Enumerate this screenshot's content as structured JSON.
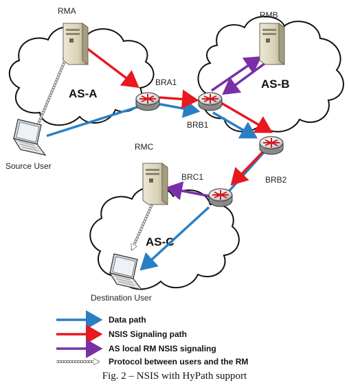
{
  "clouds": {
    "as_a": "AS-A",
    "as_b": "AS-B",
    "as_c": "AS-C"
  },
  "servers": {
    "rma": "RMA",
    "rmb": "RMB",
    "rmc": "RMC"
  },
  "routers": {
    "bra1": "BRA1",
    "brb1": "BRB1",
    "brb2": "BRB2",
    "brc1": "BRC1"
  },
  "users": {
    "source": "Source User",
    "destination": "Destination User"
  },
  "legend": {
    "data_path": "Data path",
    "nsis_path": "NSIS Signaling path",
    "local_rm": "AS local RM NSIS signaling",
    "protocol": "Protocol between users and the RM"
  },
  "caption": "Fig. 2 – NSIS with HyPath support",
  "colors": {
    "data_path": "#2a7fc4",
    "nsis_path": "#e8181f",
    "local_rm": "#7a2fa8",
    "protocol": "#9a9a9a"
  },
  "icons": {
    "server": "server-icon",
    "router": "router-icon",
    "laptop": "laptop-icon",
    "cloud": "cloud-shape"
  }
}
